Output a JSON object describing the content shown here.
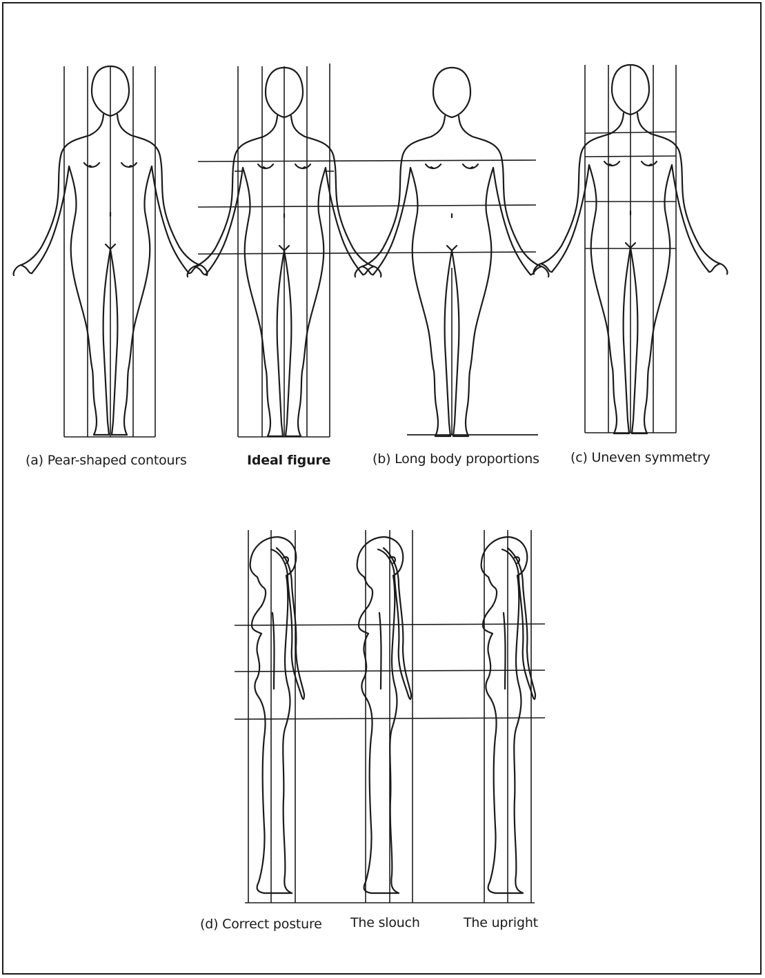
{
  "front_captions": {
    "pear": "(a) Pear-shaped contours",
    "ideal": "Ideal figure",
    "long": "(b) Long body proportions",
    "uneven": "(c) Uneven symmetry"
  },
  "side_captions": {
    "correct": "(d) Correct posture",
    "slouch": "The slouch",
    "upright": "The upright"
  },
  "colors": {
    "ink": "#1a1a1a",
    "paper": "#ffffff"
  }
}
